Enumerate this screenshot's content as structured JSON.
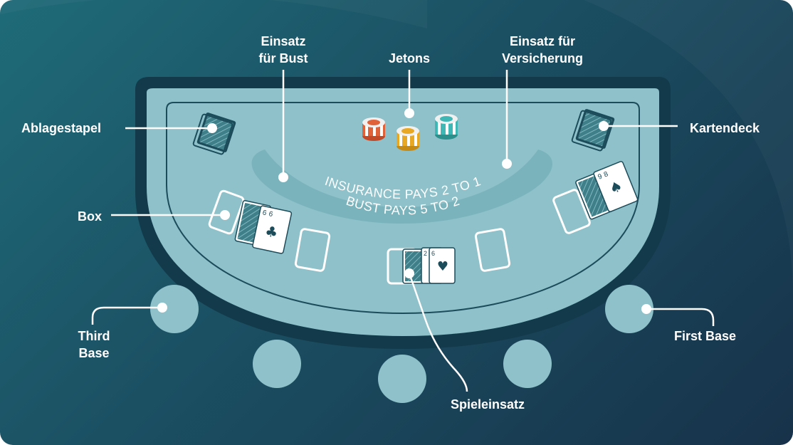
{
  "labels": {
    "bust_bet": [
      "Einsatz",
      "für Bust"
    ],
    "chips": "Jetons",
    "insurance_bet": [
      "Einsatz für",
      "Versicherung"
    ],
    "discard_pile": "Ablagestapel",
    "card_deck": "Kartendeck",
    "box": "Box",
    "third_base": [
      "Third",
      "Base"
    ],
    "first_base": "First Base",
    "main_bet": "Spieleinsatz"
  },
  "table_text": {
    "insurance": "INSURANCE PAYS 2 TO 1",
    "bust": "BUST PAYS 5 TO 2"
  },
  "cards": {
    "left_hand": [
      "6",
      "6"
    ],
    "center_hand": [
      "2",
      "6"
    ],
    "right_hand": [
      "9",
      "8"
    ]
  },
  "colors": {
    "background_start": "#1f6b78",
    "background_end": "#17324a",
    "felt": "#8ec1c9",
    "rim": "#123a4a",
    "line": "#ffffff",
    "chip_orange": "#e0623a",
    "chip_yellow": "#e8a824",
    "chip_teal": "#3fb7b4"
  }
}
